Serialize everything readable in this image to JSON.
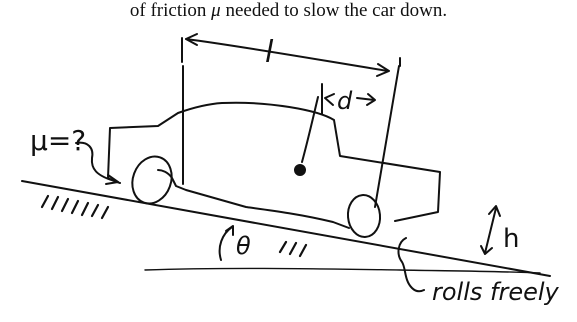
{
  "caption": {
    "before": "of friction ",
    "symbol": "μ",
    "after": " needed to slow the car down."
  },
  "labels": {
    "mu_question": "μ=?",
    "length": "l",
    "cg_offset": "d",
    "height": "h",
    "angle": "θ",
    "rolls_note": "rolls freely"
  },
  "colors": {
    "ink": "#111111"
  }
}
